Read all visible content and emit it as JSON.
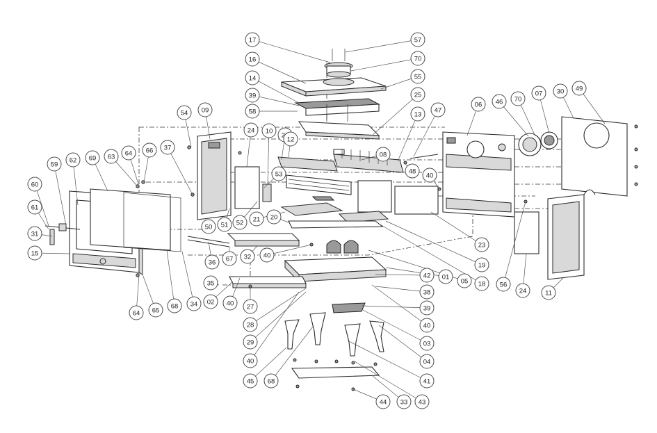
{
  "callouts": [
    {
      "id": "17",
      "label": "17"
    },
    {
      "id": "57",
      "label": "57"
    },
    {
      "id": "16",
      "label": "16"
    },
    {
      "id": "70a",
      "label": "70"
    },
    {
      "id": "14",
      "label": "14"
    },
    {
      "id": "55",
      "label": "55"
    },
    {
      "id": "39a",
      "label": "39"
    },
    {
      "id": "25",
      "label": "25"
    },
    {
      "id": "58",
      "label": "58"
    },
    {
      "id": "13",
      "label": "13"
    },
    {
      "id": "47",
      "label": "47"
    },
    {
      "id": "54",
      "label": "54"
    },
    {
      "id": "09",
      "label": "09"
    },
    {
      "id": "24a",
      "label": "24"
    },
    {
      "id": "10",
      "label": "10"
    },
    {
      "id": "26",
      "label": "26"
    },
    {
      "id": "12",
      "label": "12"
    },
    {
      "id": "08",
      "label": "08"
    },
    {
      "id": "48",
      "label": "48"
    },
    {
      "id": "40a",
      "label": "40"
    },
    {
      "id": "06",
      "label": "06"
    },
    {
      "id": "46",
      "label": "46"
    },
    {
      "id": "70b",
      "label": "70"
    },
    {
      "id": "07",
      "label": "07"
    },
    {
      "id": "30",
      "label": "30"
    },
    {
      "id": "49",
      "label": "49"
    },
    {
      "id": "37",
      "label": "37"
    },
    {
      "id": "66",
      "label": "66"
    },
    {
      "id": "64a",
      "label": "64"
    },
    {
      "id": "63",
      "label": "63"
    },
    {
      "id": "69",
      "label": "69"
    },
    {
      "id": "62",
      "label": "62"
    },
    {
      "id": "59",
      "label": "59"
    },
    {
      "id": "60",
      "label": "60"
    },
    {
      "id": "61",
      "label": "61"
    },
    {
      "id": "31",
      "label": "31"
    },
    {
      "id": "15",
      "label": "15"
    },
    {
      "id": "53",
      "label": "53"
    },
    {
      "id": "50",
      "label": "50"
    },
    {
      "id": "51",
      "label": "51"
    },
    {
      "id": "52",
      "label": "52"
    },
    {
      "id": "21",
      "label": "21"
    },
    {
      "id": "20",
      "label": "20"
    },
    {
      "id": "67",
      "label": "67"
    },
    {
      "id": "32",
      "label": "32"
    },
    {
      "id": "40b",
      "label": "40"
    },
    {
      "id": "36",
      "label": "36"
    },
    {
      "id": "35",
      "label": "35"
    },
    {
      "id": "23",
      "label": "23"
    },
    {
      "id": "19",
      "label": "19"
    },
    {
      "id": "18",
      "label": "18"
    },
    {
      "id": "05",
      "label": "05"
    },
    {
      "id": "01",
      "label": "01"
    },
    {
      "id": "42",
      "label": "42"
    },
    {
      "id": "38",
      "label": "38"
    },
    {
      "id": "39b",
      "label": "39"
    },
    {
      "id": "40c",
      "label": "40"
    },
    {
      "id": "03",
      "label": "03"
    },
    {
      "id": "04",
      "label": "04"
    },
    {
      "id": "41",
      "label": "41"
    },
    {
      "id": "43",
      "label": "43"
    },
    {
      "id": "33",
      "label": "33"
    },
    {
      "id": "44",
      "label": "44"
    },
    {
      "id": "68a",
      "label": "68"
    },
    {
      "id": "45",
      "label": "45"
    },
    {
      "id": "40d",
      "label": "40"
    },
    {
      "id": "29",
      "label": "29"
    },
    {
      "id": "28",
      "label": "28"
    },
    {
      "id": "27",
      "label": "27"
    },
    {
      "id": "40e",
      "label": "40"
    },
    {
      "id": "02",
      "label": "02"
    },
    {
      "id": "34",
      "label": "34"
    },
    {
      "id": "68b",
      "label": "68"
    },
    {
      "id": "65",
      "label": "65"
    },
    {
      "id": "64b",
      "label": "64"
    },
    {
      "id": "56",
      "label": "56"
    },
    {
      "id": "24b",
      "label": "24"
    },
    {
      "id": "11",
      "label": "11"
    }
  ]
}
